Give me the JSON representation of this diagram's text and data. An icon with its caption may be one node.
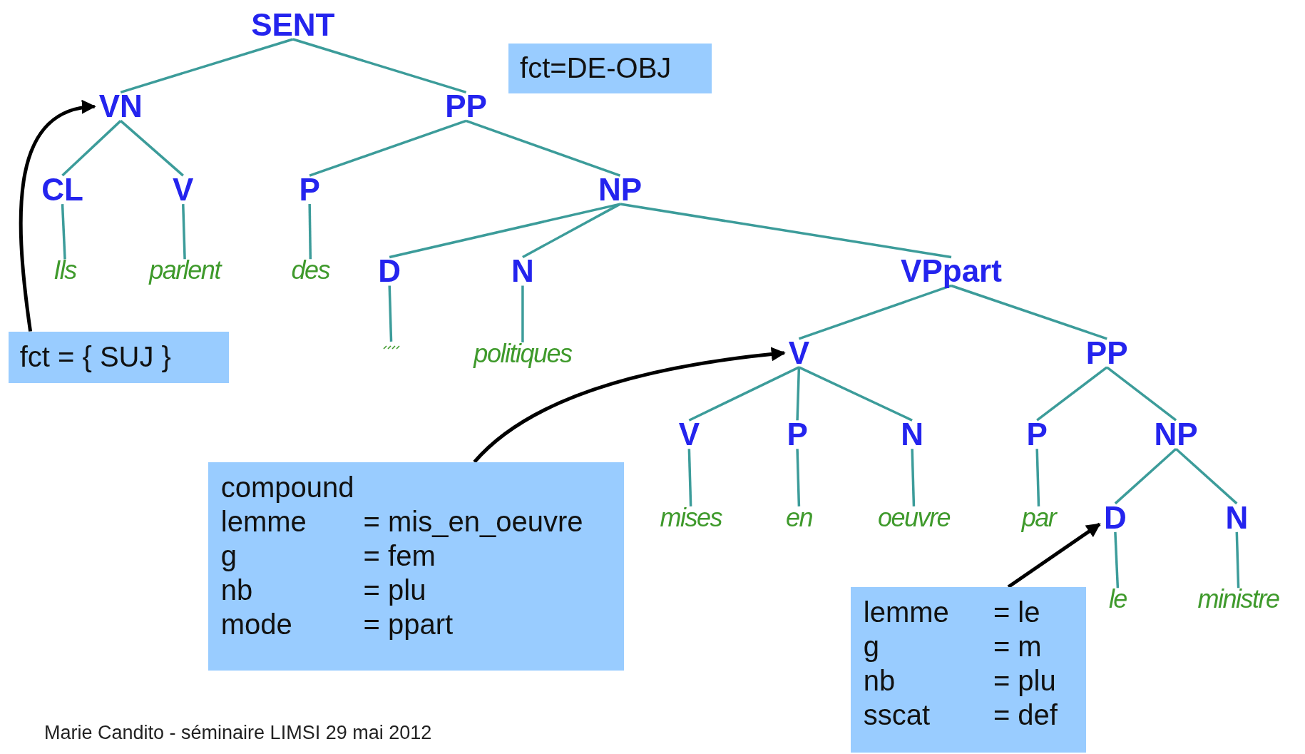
{
  "diagram": {
    "nodes": [
      {
        "text": [
          "SENT"
        ]
      },
      {
        "text": [
          "VN"
        ]
      },
      {
        "text": [
          "PP"
        ]
      },
      {
        "text": [
          "CL"
        ]
      },
      {
        "text": [
          "V"
        ]
      },
      {
        "text": [
          "P"
        ]
      },
      {
        "text": [
          "NP"
        ]
      },
      {
        "text": [
          "Ils"
        ]
      },
      {
        "text": [
          "parlent"
        ]
      },
      {
        "text": [
          "des"
        ]
      },
      {
        "text": [
          "D"
        ]
      },
      {
        "text": [
          "N"
        ]
      },
      {
        "text": [
          "VPpart"
        ]
      },
      {
        "text": [],
        "shape": "bar"
      },
      {
        "text": [
          "politiques"
        ]
      },
      {
        "text": [
          "V"
        ]
      },
      {
        "text": [
          "PP"
        ]
      },
      {
        "text": [
          "V"
        ]
      },
      {
        "text": [
          "P"
        ]
      },
      {
        "text": [
          "N"
        ]
      },
      {
        "text": [
          "P"
        ]
      },
      {
        "text": [
          "NP"
        ]
      },
      {
        "text": [
          "mises"
        ]
      },
      {
        "text": [
          "en"
        ]
      },
      {
        "text": [
          "oeuvre"
        ]
      },
      {
        "text": [
          "par"
        ]
      },
      {
        "text": [
          "D"
        ]
      },
      {
        "text": [
          "N"
        ]
      },
      {
        "text": [
          "le"
        ]
      },
      {
        "text": [
          "ministre"
        ]
      },
      {
        "text": [
          "fct=DE-OBJ"
        ]
      },
      {
        "text": [
          "fct = { SUJ }"
        ]
      },
      {
        "text": [
          "compound",
          "lemme",
          "= mis_en_oeuvre",
          "g",
          "= fem",
          "nb",
          "= plu",
          "mode",
          "= ppart"
        ]
      },
      {
        "text": [
          "lemme",
          "= le",
          "g",
          "= m",
          "nb",
          "= plu",
          "sscat",
          "= def"
        ]
      }
    ],
    "edges": [
      {
        "from": 0,
        "to": 1,
        "arrow": "none"
      },
      {
        "from": 0,
        "to": 2,
        "arrow": "none"
      },
      {
        "from": 1,
        "to": 3,
        "arrow": "none"
      },
      {
        "from": 1,
        "to": 4,
        "arrow": "none"
      },
      {
        "from": 2,
        "to": 5,
        "arrow": "none"
      },
      {
        "from": 2,
        "to": 6,
        "arrow": "none"
      },
      {
        "from": 3,
        "to": 7,
        "arrow": "none"
      },
      {
        "from": 4,
        "to": 8,
        "arrow": "none"
      },
      {
        "from": 5,
        "to": 9,
        "arrow": "none"
      },
      {
        "from": 6,
        "to": 10,
        "arrow": "none"
      },
      {
        "from": 6,
        "to": 11,
        "arrow": "none"
      },
      {
        "from": 6,
        "to": 12,
        "arrow": "none"
      },
      {
        "from": 10,
        "to": 13,
        "arrow": "none"
      },
      {
        "from": 11,
        "to": 14,
        "arrow": "none"
      },
      {
        "from": 12,
        "to": 15,
        "arrow": "none"
      },
      {
        "from": 12,
        "to": 16,
        "arrow": "none"
      },
      {
        "from": 15,
        "to": 17,
        "arrow": "none"
      },
      {
        "from": 15,
        "to": 18,
        "arrow": "none"
      },
      {
        "from": 15,
        "to": 19,
        "arrow": "none"
      },
      {
        "from": 16,
        "to": 20,
        "arrow": "none"
      },
      {
        "from": 16,
        "to": 21,
        "arrow": "none"
      },
      {
        "from": 17,
        "to": 22,
        "arrow": "none"
      },
      {
        "from": 18,
        "to": 23,
        "arrow": "none"
      },
      {
        "from": 19,
        "to": 24,
        "arrow": "none"
      },
      {
        "from": 20,
        "to": 25,
        "arrow": "none"
      },
      {
        "from": 21,
        "to": 26,
        "arrow": "none"
      },
      {
        "from": 21,
        "to": 27,
        "arrow": "none"
      },
      {
        "from": 26,
        "to": 28,
        "arrow": "none"
      },
      {
        "from": 27,
        "to": 29,
        "arrow": "none"
      },
      {
        "from": 31,
        "to": 1,
        "arrow": "to",
        "color": "#000000"
      },
      {
        "from": 32,
        "to": 15,
        "arrow": "to",
        "color": "#000000"
      },
      {
        "from": 33,
        "to": 26,
        "arrow": "to",
        "color": "#000000"
      }
    ],
    "labels": [
      "Marie Candito - séminaire LIMSI 29 mai 2012"
    ]
  }
}
